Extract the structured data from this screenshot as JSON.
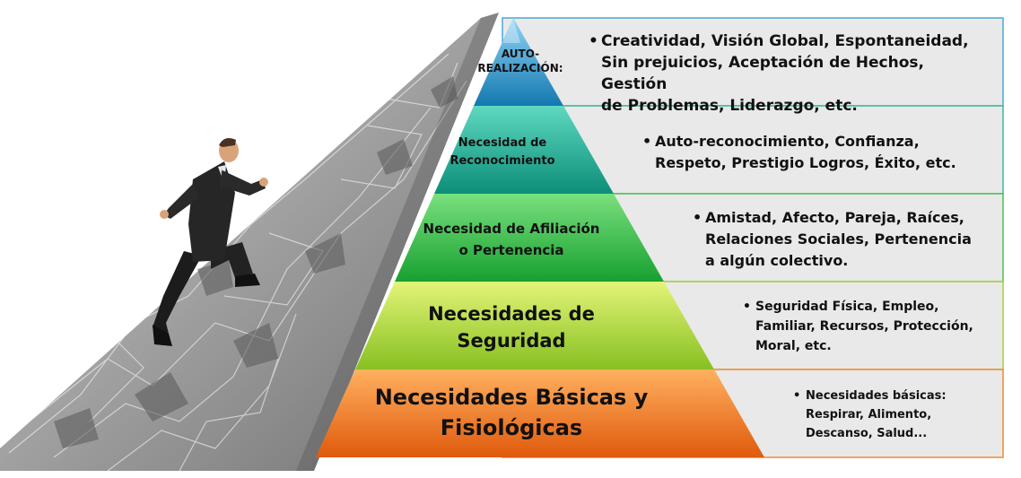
{
  "levels": [
    {
      "label_lines": [
        "AUTO-",
        "REALIZACIÓN:"
      ],
      "details": [
        "Creatividad, Visión Global, Espontaneidad,",
        "Sin prejuicios, Aceptación de Hechos, Gestión",
        "de Problemas,  Liderazgo, etc."
      ],
      "color": "#1a8fc8"
    },
    {
      "label_lines": [
        "Necesidad de",
        "Reconocimiento"
      ],
      "details": [
        "Auto-reconocimiento,  Confianza,",
        "Respeto, Prestigio Logros, Éxito, etc."
      ],
      "color": "#14b49a"
    },
    {
      "label_lines": [
        "Necesidad de Afiliación",
        "o Pertenencia"
      ],
      "details": [
        "Amistad, Afecto, Pareja, Raíces,",
        "Relaciones Sociales, Pertenencia",
        "a algún colectivo."
      ],
      "color": "#27c244"
    },
    {
      "label_lines": [
        "Necesidades de",
        "Seguridad"
      ],
      "details": [
        "Seguridad Física, Empleo,",
        "Familiar, Recursos, Protección,",
        "Moral, etc."
      ],
      "color": "#a8d82a"
    },
    {
      "label_lines": [
        "Necesidades Básicas y",
        "Fisiológicas"
      ],
      "details": [
        "Necesidades básicas:",
        "Respirar, Alimento,",
        "Descanso, Salud..."
      ],
      "color": "#f07a1c"
    }
  ],
  "colors": {
    "row_background": "#e9e9e9",
    "row_border_blue": "#4aa8d8",
    "row_border_teal": "#3bb8a0",
    "row_border_green": "#4cc050",
    "row_border_lime": "#a8d040",
    "row_border_orange": "#f08a30",
    "road_gray": "#9a9a9a"
  },
  "icons": {
    "figure": "businessman-climbing-icon",
    "road": "tiled-road-icon"
  }
}
